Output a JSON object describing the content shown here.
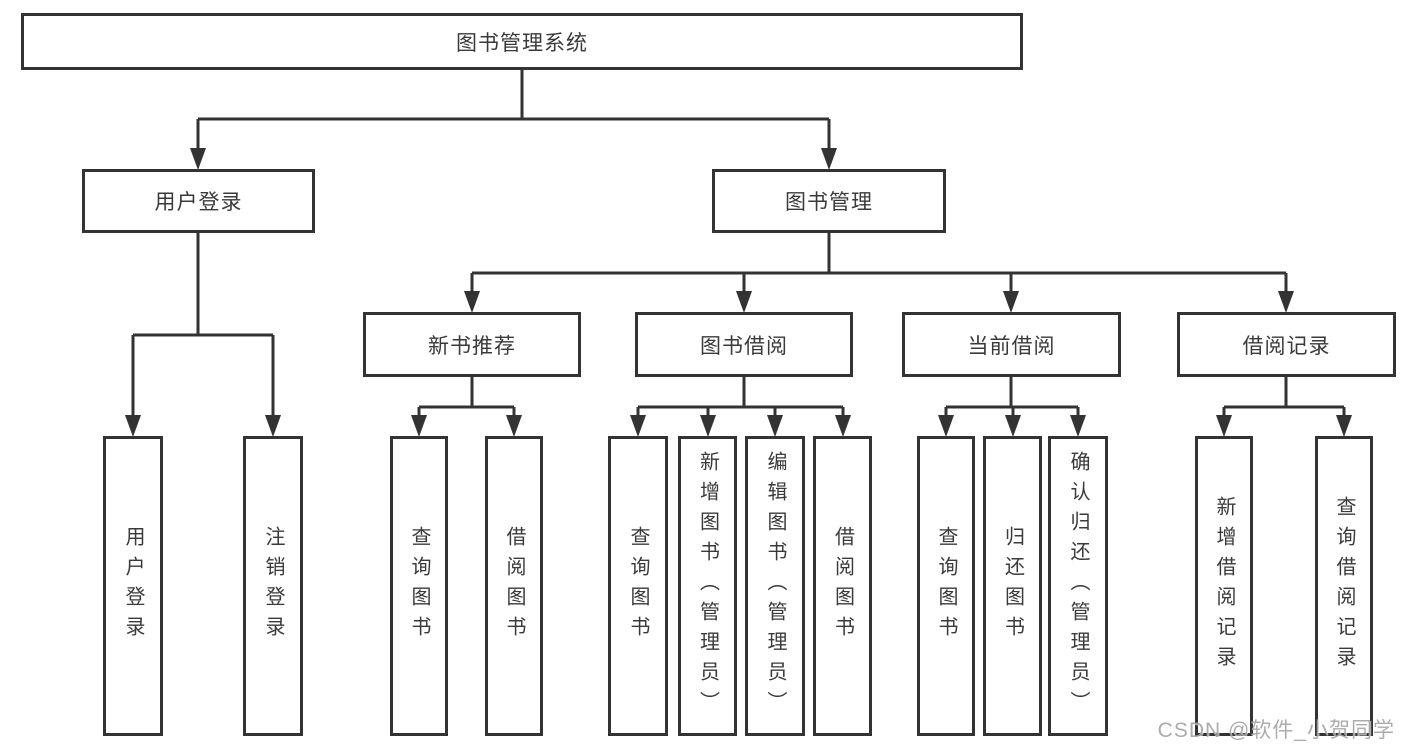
{
  "diagram": {
    "root": {
      "label": "图书管理系统"
    },
    "branches": [
      {
        "label": "用户登录",
        "children": [
          {
            "label": "用户登录"
          },
          {
            "label": "注销登录"
          }
        ]
      },
      {
        "label": "图书管理",
        "children": [
          {
            "label": "新书推荐",
            "children": [
              {
                "label": "查询图书"
              },
              {
                "label": "借阅图书"
              }
            ]
          },
          {
            "label": "图书借阅",
            "children": [
              {
                "label": "查询图书"
              },
              {
                "label": "新增图书（管理员）"
              },
              {
                "label": "编辑图书（管理员）"
              },
              {
                "label": "借阅图书"
              }
            ]
          },
          {
            "label": "当前借阅",
            "children": [
              {
                "label": "查询图书"
              },
              {
                "label": "归还图书"
              },
              {
                "label": "确认归还（管理员）"
              }
            ]
          },
          {
            "label": "借阅记录",
            "children": [
              {
                "label": "新增借阅记录"
              },
              {
                "label": "查询借阅记录"
              }
            ]
          }
        ]
      }
    ]
  },
  "watermark": {
    "text": "CSDN @软件_小贺同学"
  },
  "colors": {
    "line": "#333333",
    "text": "#3a3a3a",
    "watermark": "#a6a6a6",
    "background": "#ffffff"
  }
}
